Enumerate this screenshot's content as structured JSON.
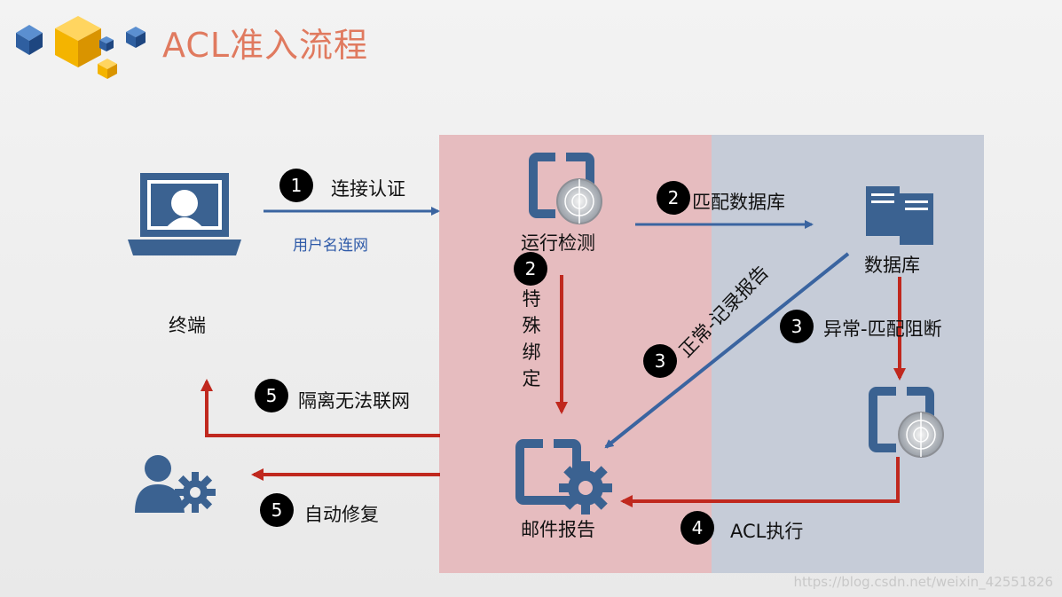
{
  "title": "ACL准入流程",
  "nodes": {
    "terminal": "终端",
    "runtime_check": "运行检测",
    "database": "数据库",
    "mail_report": "邮件报告"
  },
  "steps": {
    "s1": {
      "num": "1",
      "label": "连接认证",
      "sublabel": "用户名连网"
    },
    "s2a": {
      "num": "2",
      "label": "匹配数据库"
    },
    "s2b": {
      "num": "2",
      "label": "特殊绑定"
    },
    "s3a": {
      "num": "3",
      "label": "正常-记录报告"
    },
    "s3b": {
      "num": "3",
      "label": "异常-匹配阻断"
    },
    "s4": {
      "num": "4",
      "label": "ACL执行"
    },
    "s5a": {
      "num": "5",
      "label": "隔离无法联网"
    },
    "s5b": {
      "num": "5",
      "label": "自动修复"
    }
  },
  "watermark": "https://blog.csdn.net/weixin_42551826",
  "colors": {
    "pink_zone": "#e6bcbf",
    "blue_zone": "#c6ccd8",
    "icon_blue": "#3b6291",
    "arrow_blue": "#3a64a0",
    "arrow_red": "#c0281e",
    "title": "#e07a5f"
  }
}
